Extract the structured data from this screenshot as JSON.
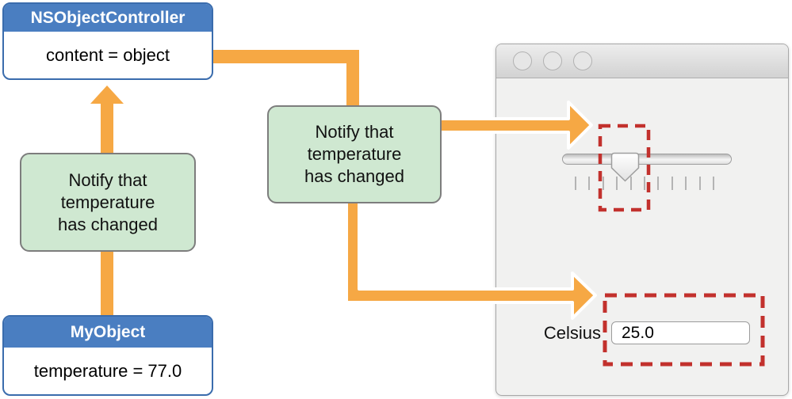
{
  "diagram": {
    "controller": {
      "title": "NSObjectController",
      "property": "content = object"
    },
    "model": {
      "title": "MyObject",
      "property": "temperature = 77.0"
    },
    "notify": {
      "line1": "Notify that",
      "line2": "temperature",
      "line3": "has changed"
    }
  },
  "window_ui": {
    "celsius_label": "Celsius",
    "temperature_value": "25.0",
    "slider_tick_count": 11,
    "traffic_light_buttons": [
      "close",
      "minimize",
      "zoom"
    ]
  },
  "icons": {
    "traffic_lights": "plain gray circles",
    "slider_thumb": "white pentagon pointer",
    "arrows": "orange elbow arrows"
  },
  "colors": {
    "arrow_orange": "#F6A844",
    "node_header_blue": "#4A7EC1",
    "node_border_blue": "#3A6CAD",
    "notify_green_fill": "#CFE8D1",
    "notify_border_gray": "#7D7D7D",
    "highlight_red": "#C2312D",
    "window_background": "#F1F1F0",
    "titlebar_gradient_top": "#EDEDED",
    "titlebar_gradient_bottom": "#D2D2D2"
  }
}
